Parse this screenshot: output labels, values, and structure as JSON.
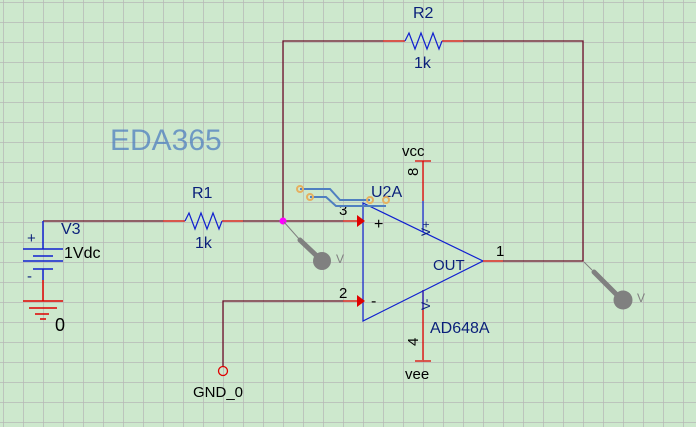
{
  "colors": {
    "background": "#cde8cd",
    "grid": "#b7b7b7",
    "wire": "#6b0f2a",
    "pin": "#e00000",
    "part": "#1020d0",
    "label": "#0a1f7a",
    "probe": "#808080",
    "junction": "#ff00ff"
  },
  "parts": {
    "v3": {
      "name": "V3",
      "value": "1Vdc",
      "plus": "+",
      "minus": "-"
    },
    "ground": {
      "label": "0"
    },
    "r1": {
      "name": "R1",
      "value": "1k"
    },
    "r2": {
      "name": "R2",
      "value": "1k"
    },
    "opamp": {
      "name": "U2A",
      "model": "AD648A",
      "out_label": "OUT",
      "plus_sign": "+",
      "minus_sign": "-",
      "vplus": "V+",
      "vminus": "V-",
      "pins": {
        "in_plus": "3",
        "in_minus": "2",
        "out": "1",
        "vcc": "8",
        "vee": "4"
      }
    },
    "vcc": {
      "label": "vcc"
    },
    "vee": {
      "label": "vee"
    },
    "gnd0": {
      "label": "GND_0"
    }
  },
  "probes": [
    {
      "type": "voltage",
      "label": "V"
    },
    {
      "type": "voltage",
      "label": "V"
    }
  ],
  "watermark": "EDA365"
}
